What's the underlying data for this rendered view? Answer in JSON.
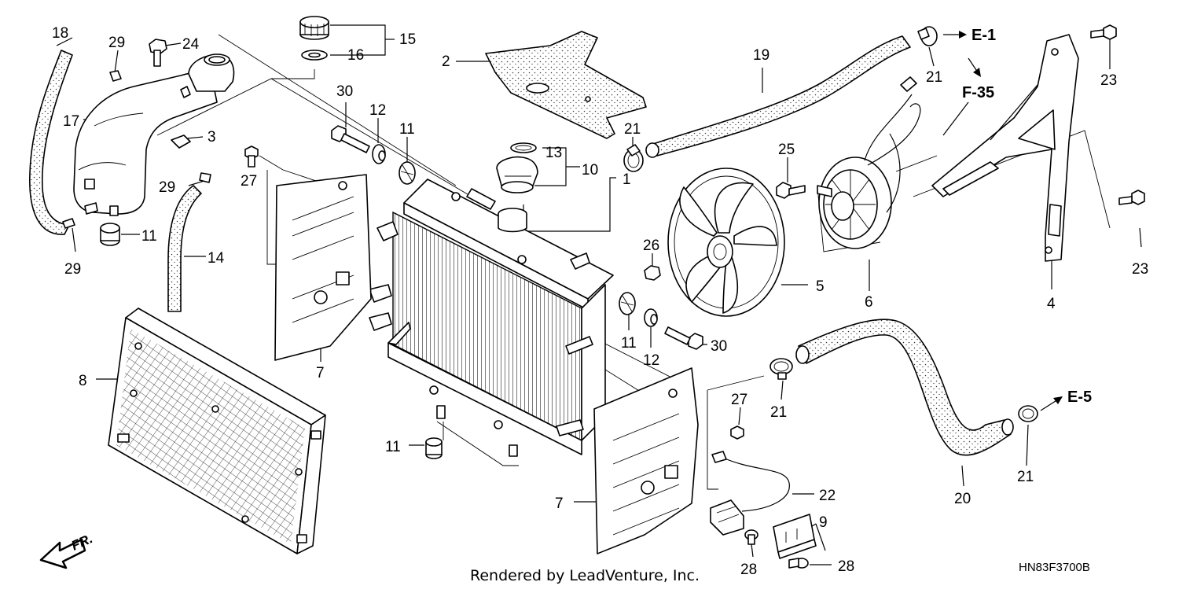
{
  "diagram": {
    "callouts": [
      {
        "id": "c18",
        "text": "18"
      },
      {
        "id": "c29a",
        "text": "29"
      },
      {
        "id": "c24",
        "text": "24"
      },
      {
        "id": "c15",
        "text": "15"
      },
      {
        "id": "c16",
        "text": "16"
      },
      {
        "id": "c2",
        "text": "2"
      },
      {
        "id": "c19",
        "text": "19"
      },
      {
        "id": "c21a",
        "text": "21"
      },
      {
        "id": "c23a",
        "text": "23"
      },
      {
        "id": "c17",
        "text": "17"
      },
      {
        "id": "c3",
        "text": "3"
      },
      {
        "id": "c30a",
        "text": "30"
      },
      {
        "id": "c12a",
        "text": "12"
      },
      {
        "id": "c11a",
        "text": "11"
      },
      {
        "id": "c13",
        "text": "13"
      },
      {
        "id": "c10",
        "text": "10"
      },
      {
        "id": "c21b",
        "text": "21"
      },
      {
        "id": "c25",
        "text": "25"
      },
      {
        "id": "c27a",
        "text": "27"
      },
      {
        "id": "c29b",
        "text": "29"
      },
      {
        "id": "c1",
        "text": "1"
      },
      {
        "id": "c23b",
        "text": "23"
      },
      {
        "id": "c11b",
        "text": "11"
      },
      {
        "id": "c29c",
        "text": "29"
      },
      {
        "id": "c14",
        "text": "14"
      },
      {
        "id": "c26",
        "text": "26"
      },
      {
        "id": "c5",
        "text": "5"
      },
      {
        "id": "c6",
        "text": "6"
      },
      {
        "id": "c4",
        "text": "4"
      },
      {
        "id": "c8",
        "text": "8"
      },
      {
        "id": "c7a",
        "text": "7"
      },
      {
        "id": "c11c",
        "text": "11"
      },
      {
        "id": "c12b",
        "text": "12"
      },
      {
        "id": "c30b",
        "text": "30"
      },
      {
        "id": "c21c",
        "text": "21"
      },
      {
        "id": "c27b",
        "text": "27"
      },
      {
        "id": "c21d",
        "text": "21"
      },
      {
        "id": "c11d",
        "text": "11"
      },
      {
        "id": "c22",
        "text": "22"
      },
      {
        "id": "c20",
        "text": "20"
      },
      {
        "id": "c7b",
        "text": "7"
      },
      {
        "id": "c9",
        "text": "9"
      },
      {
        "id": "c28a",
        "text": "28"
      },
      {
        "id": "c28b",
        "text": "28"
      }
    ],
    "references": {
      "e1": "E-1",
      "f35": "F-35",
      "e5": "E-5"
    },
    "front_marker": "FR.",
    "credit": "Rendered by LeadVenture, Inc.",
    "diagram_code": "HN83F3700B"
  }
}
